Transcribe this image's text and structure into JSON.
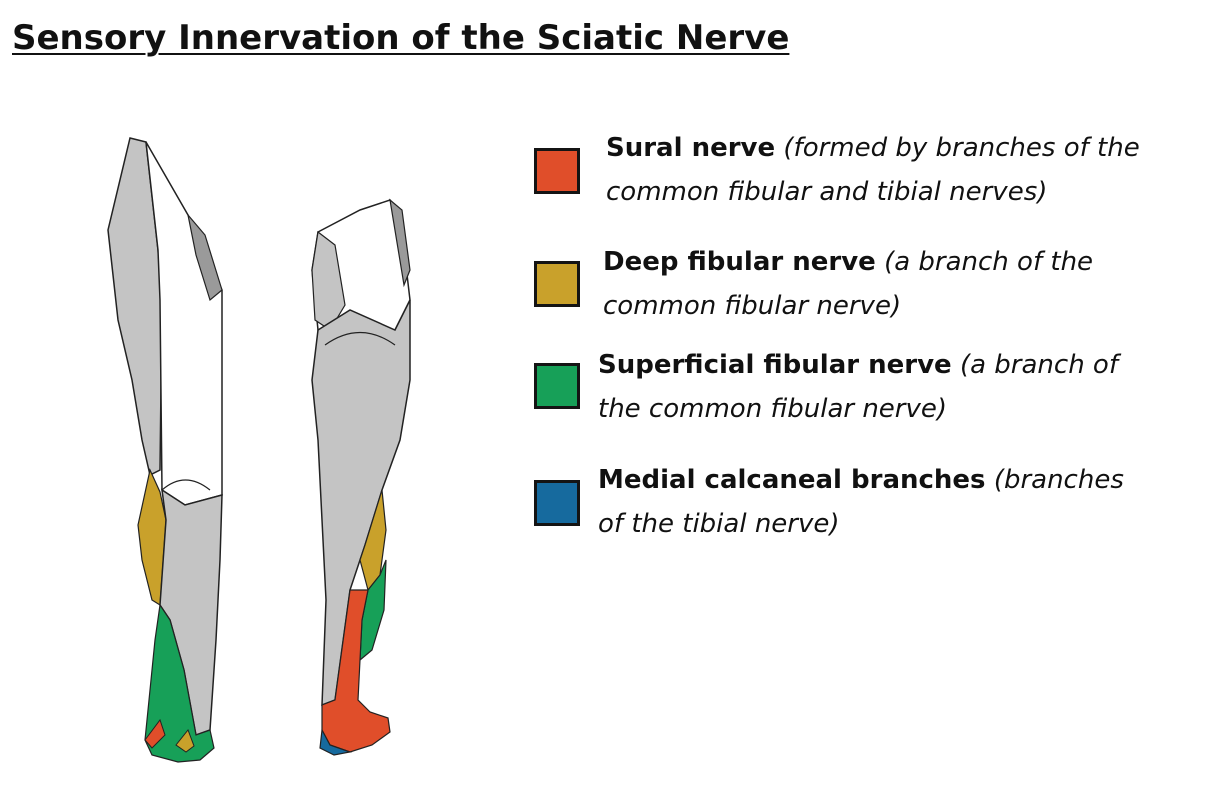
{
  "title": "Sensory Innervation of the Sciatic Nerve",
  "colors": {
    "skin": "#ffffff",
    "other_nerve": "#c4c4c4",
    "shade": "#9a9a9a",
    "outline": "#222222"
  },
  "legend": [
    {
      "name": "Sural nerve",
      "desc_line1": "(formed by branches of the",
      "desc_line2": "common fibular and tibial nerves)",
      "color": "#e04e2a"
    },
    {
      "name": "Deep fibular nerve",
      "desc_line1": "(a branch of the",
      "desc_line2": "common fibular nerve)",
      "color": "#c9a12b"
    },
    {
      "name": "Superficial fibular nerve",
      "desc_line1": "(a branch of",
      "desc_line2": "the common fibular nerve)",
      "color": "#17a058"
    },
    {
      "name": "Medial calcaneal branches",
      "desc_line1": "(branches",
      "desc_line2": "of the tibial nerve)",
      "color": "#166a9e"
    }
  ]
}
